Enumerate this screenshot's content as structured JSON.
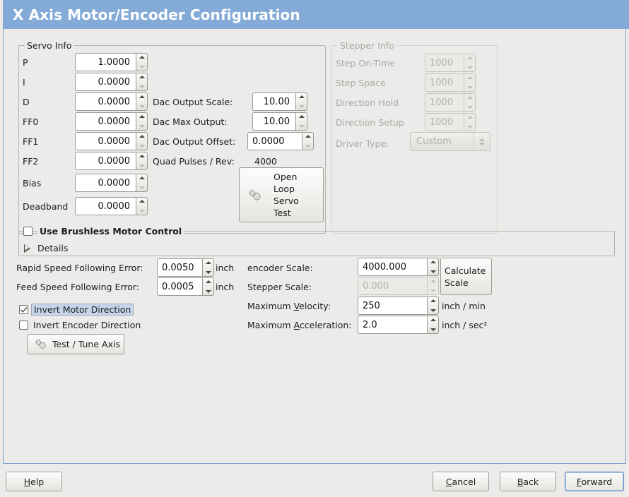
{
  "window": {
    "title": "X Axis Motor/Encoder Configuration",
    "title_bg": "#84aad8",
    "panel_bg": "#ecebe9",
    "panel_border": "#7f9fc9"
  },
  "servo_info": {
    "legend": "Servo Info",
    "rows": [
      {
        "label": "P",
        "value": "1.0000"
      },
      {
        "label": "I",
        "value": "0.0000"
      },
      {
        "label": "D",
        "value": "0.0000"
      },
      {
        "label": "FF0",
        "value": "0.0000"
      },
      {
        "label": "FF1",
        "value": "0.0000"
      },
      {
        "label": "FF2",
        "value": "0.0000"
      },
      {
        "label": "Bias",
        "value": "0.0000"
      },
      {
        "label": "Deadband",
        "value": "0.0000"
      }
    ],
    "dac": [
      {
        "label": "Dac Output Scale:",
        "value": "10.00"
      },
      {
        "label": "Dac Max Output:",
        "value": "10.00"
      },
      {
        "label": "Dac Output Offset:",
        "value": "0.0000"
      }
    ],
    "quad_pulses_label": "Quad Pulses / Rev:",
    "quad_pulses_value": "4000",
    "open_loop_button": "Open\nLoop\nServo\nTest",
    "open_loop_lines": [
      "Open",
      "Loop",
      "Servo",
      "Test"
    ]
  },
  "stepper_info": {
    "legend": "Stepper Info",
    "disabled": true,
    "rows": [
      {
        "label": "Step On-Time",
        "value": "1000"
      },
      {
        "label": "Step Space",
        "value": "1000"
      },
      {
        "label": "Direction Hold",
        "value": "1000"
      },
      {
        "label": "Direction Setup",
        "value": "1000"
      }
    ],
    "driver_type_label": "Driver Type:",
    "driver_type_value": "Custom"
  },
  "brushless": {
    "checkbox_label": "Use Brushless Motor Control",
    "checked": false,
    "details_label": "Details",
    "details_expanded": false
  },
  "following_error": {
    "rapid_label": "Rapid Speed Following Error:",
    "rapid_value": "0.0050",
    "rapid_unit": "inch",
    "feed_label": "Feed Speed Following Error:",
    "feed_value": "0.0005",
    "feed_unit": "inch"
  },
  "invert": {
    "motor_label": "Invert Motor Direction",
    "motor_checked": true,
    "motor_focused": true,
    "encoder_label": "Invert Encoder Direction",
    "encoder_checked": false
  },
  "test_tune_button": "Test / Tune Axis",
  "scales": {
    "encoder_label": "encoder Scale:",
    "encoder_value": "4000.000",
    "stepper_label": "Stepper Scale:",
    "stepper_value": "0.000",
    "stepper_disabled": true,
    "calculate_button_lines": [
      "Calculate",
      "Scale"
    ],
    "max_velocity_label_pre": "Maximum ",
    "max_velocity_label_mn": "V",
    "max_velocity_label_post": "elocity:",
    "max_velocity_value": "250",
    "max_velocity_unit": "inch / min",
    "max_accel_label_pre": "Maximum ",
    "max_accel_label_mn": "A",
    "max_accel_label_post": "cceleration:",
    "max_accel_value": "2.0",
    "max_accel_unit": "inch / sec²"
  },
  "actions": {
    "help": {
      "mn": "H",
      "post": "elp",
      "pre": ""
    },
    "cancel": {
      "mn": "C",
      "post": "ancel",
      "pre": ""
    },
    "back": {
      "mn": "B",
      "post": "ack",
      "pre": ""
    },
    "forward": {
      "mn": "F",
      "post": "orward",
      "pre": "",
      "focused": true
    }
  }
}
